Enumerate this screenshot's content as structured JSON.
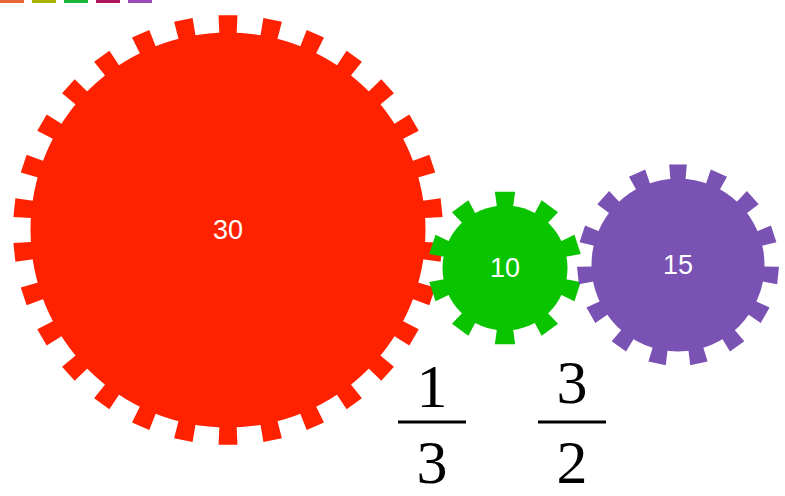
{
  "diagram": {
    "nodes": [
      {
        "text": [
          "30"
        ]
      },
      {
        "text": [
          "10"
        ]
      },
      {
        "text": [
          "15"
        ]
      }
    ],
    "labels": [
      "1",
      "3",
      "3",
      "2"
    ]
  }
}
